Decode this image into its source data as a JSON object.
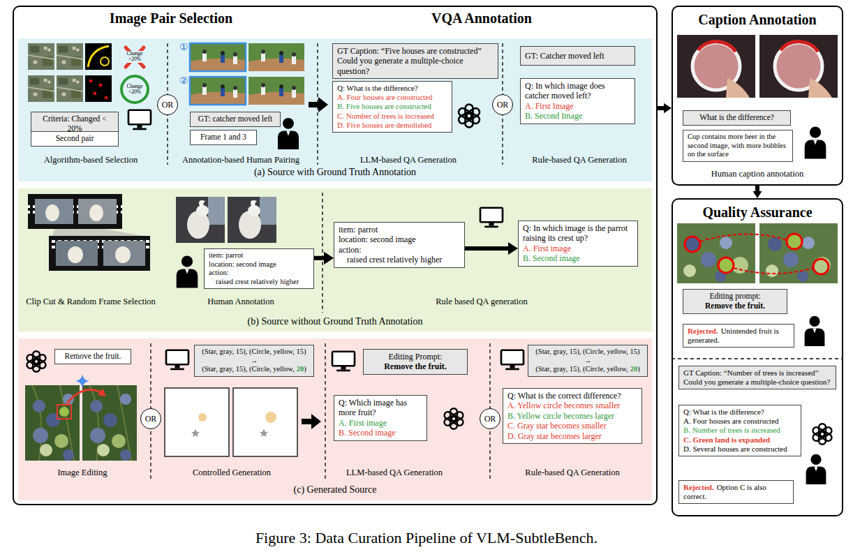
{
  "diagram": {
    "caption": "Figure 3: Data Curation Pipeline of VLM-SubtleBench.",
    "nodes": [
      {
        "text": [
          "Image Pair Selection",
          "VQA Annotation"
        ]
      },
      {
        "text": [
          "(a) Source with Ground Truth Annotation"
        ],
        "in": 0
      },
      {
        "text": [
          "Criteria: Changed < 20%"
        ],
        "in": 1
      },
      {
        "text": [
          "Second pair"
        ],
        "in": 1
      },
      {
        "text": [
          "OR"
        ],
        "in": 1
      },
      {
        "text": [
          "GT: catcher moved left"
        ],
        "in": 1
      },
      {
        "text": [
          "Frame 1 and 3"
        ],
        "in": 1
      },
      {
        "text": [
          "GT Caption: “Five houses are constructed” Could you generate a multiple-choice question?"
        ],
        "in": 1
      },
      {
        "text": [
          "Q: What is the difference?",
          "A. Four houses are constructed",
          "B. Five houses are constructed",
          "C. Number of trees is increased",
          "D. Five houses are demolished"
        ],
        "in": 1
      },
      {
        "text": [
          "OR"
        ],
        "in": 1
      },
      {
        "text": [
          "GT: Catcher moved left"
        ],
        "in": 1
      },
      {
        "text": [
          "Q: In which image does catcher moved left?",
          "A. First Image",
          "B. Second Image"
        ],
        "in": 1
      },
      {
        "text": [
          "(b) Source without Ground Truth Annotation"
        ],
        "in": 0
      },
      {
        "text": [
          "item: parrot",
          "location: second image",
          "action:",
          "raised crest relatively higher"
        ],
        "in": 12
      },
      {
        "text": [
          "item: parrot",
          "location: second image",
          "action:",
          "raised crest relatively higher"
        ],
        "in": 12
      },
      {
        "text": [
          "Q: In which image is the parrot raising its crest up?",
          "A. First image",
          "B. Second image"
        ],
        "in": 12
      },
      {
        "text": [
          "(c) Generated Source"
        ],
        "in": 0
      },
      {
        "text": [
          "Remove the fruit."
        ],
        "in": 16
      },
      {
        "text": [
          "OR"
        ],
        "in": 16
      },
      {
        "text": [
          "(Star, gray, 15), (Circle, yellow, 15)",
          "→",
          "(Star, gray, 15), (Circle, yellow,",
          "20",
          ")"
        ],
        "in": 16
      },
      {
        "text": [
          "Editing Prompt:",
          "Remove the fruit."
        ],
        "in": 16
      },
      {
        "text": [
          "Q: Which image has more fruit?",
          "A. First image",
          "B. Second image"
        ],
        "in": 16
      },
      {
        "text": [
          "OR"
        ],
        "in": 16
      },
      {
        "text": [
          "(Star, gray, 15), (Circle, yellow, 15)",
          "→",
          "(Star, gray, 15), (Circle, yellow,",
          "20",
          ")"
        ],
        "in": 16
      },
      {
        "text": [
          "Q: What is the correct difference?",
          "A. Yellow circle becomes smaller",
          "B. Yellow circle becomes larger",
          "C. Gray star becomes smaller",
          "D. Gray star becomes larger"
        ],
        "in": 16
      },
      {
        "text": [
          "Caption Annotation"
        ]
      },
      {
        "text": [
          "What is the difference?"
        ],
        "in": 25
      },
      {
        "text": [
          "Cup contains more beer in the second image, with more bubbles on the surface"
        ],
        "in": 25
      },
      {
        "text": [
          "Quality Assurance"
        ]
      },
      {
        "text": [
          "Editing prompt:",
          "Remove the fruit."
        ],
        "in": 28
      },
      {
        "text": [
          "Rejected.",
          "Unintended fruit is generated."
        ],
        "in": 28
      },
      {
        "text": [
          "GT Caption: “Number of trees is increased” Could you generate a multiple-choice question?"
        ],
        "in": 28
      },
      {
        "text": [
          "Q: What is the difference?",
          "A. Four houses are constructed",
          "B. Number of trees is increased",
          "C. Green land is expanded",
          "D. Several houses are constructed"
        ],
        "in": 28
      },
      {
        "text": [
          "Rejected.",
          "Option C is also correct."
        ],
        "in": 28
      }
    ],
    "edges": [
      {
        "from": 0,
        "to": 25,
        "arrow": "to"
      },
      {
        "from": 25,
        "to": 28,
        "arrow": "to"
      },
      {
        "from": 13,
        "to": 14,
        "arrow": "to"
      },
      {
        "from": 14,
        "to": 15,
        "arrow": "to"
      }
    ],
    "labels": [
      "Change >20%",
      "Change <20%",
      "Algorithm-based Selection",
      "①",
      "②",
      "Annotation-based Human Pairing",
      "LLM-based QA Generation",
      "Rule-based QA Generation",
      "Clip Cut & Random Frame Selection",
      "Human Annotation",
      "Rule based QA generation",
      "Image Editing",
      "Controlled Generation",
      "LLM-based QA Generation",
      "Rule-based QA Generation",
      "Human caption annotation"
    ]
  }
}
